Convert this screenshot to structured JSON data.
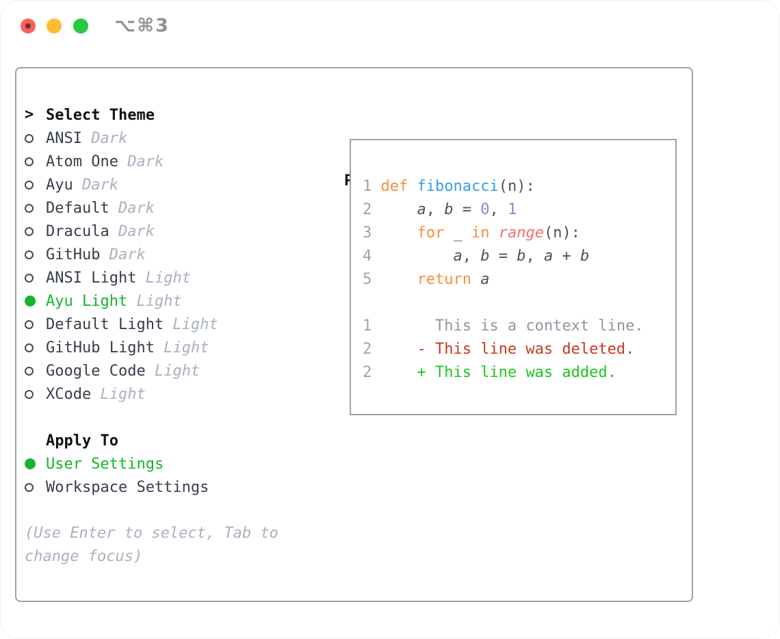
{
  "window": {
    "shortcut_label": "⌥⌘3",
    "traffic_lights": [
      {
        "name": "close",
        "color": "#ff5f57"
      },
      {
        "name": "minimize",
        "color": "#febc2e"
      },
      {
        "name": "zoom",
        "color": "#28c840"
      }
    ]
  },
  "theme_picker": {
    "header_prefix": ">",
    "header": "Select Theme",
    "themes": [
      {
        "name": "ANSI",
        "suffix": "Dark",
        "selected": false
      },
      {
        "name": "Atom One",
        "suffix": "Dark",
        "selected": false
      },
      {
        "name": "Ayu",
        "suffix": "Dark",
        "selected": false
      },
      {
        "name": "Default",
        "suffix": "Dark",
        "selected": false
      },
      {
        "name": "Dracula",
        "suffix": "Dark",
        "selected": false
      },
      {
        "name": "GitHub",
        "suffix": "Dark",
        "selected": false
      },
      {
        "name": "ANSI Light",
        "suffix": "Light",
        "selected": false
      },
      {
        "name": "Ayu Light",
        "suffix": "Light",
        "selected": true
      },
      {
        "name": "Default Light",
        "suffix": "Light",
        "selected": false
      },
      {
        "name": "GitHub Light",
        "suffix": "Light",
        "selected": false
      },
      {
        "name": "Google Code",
        "suffix": "Light",
        "selected": false
      },
      {
        "name": "XCode",
        "suffix": "Light",
        "selected": false
      }
    ]
  },
  "apply_to": {
    "header": "Apply To",
    "options": [
      {
        "label": "User Settings",
        "selected": true
      },
      {
        "label": "Workspace Settings",
        "selected": false
      }
    ]
  },
  "help_text": "(Use Enter to select, Tab to change focus)",
  "preview": {
    "header": "Preview",
    "code_lines": [
      {
        "num": "1",
        "segs": [
          {
            "t": "def",
            "c": "kw"
          },
          {
            "t": " "
          },
          {
            "t": "fibonacci",
            "c": "fn"
          },
          {
            "t": "(n):"
          }
        ]
      },
      {
        "num": "2",
        "segs": [
          {
            "t": "    "
          },
          {
            "t": "a",
            "c": "var"
          },
          {
            "t": ", "
          },
          {
            "t": "b",
            "c": "var"
          },
          {
            "t": " = "
          },
          {
            "t": "0",
            "c": "num"
          },
          {
            "t": ", "
          },
          {
            "t": "1",
            "c": "num"
          }
        ]
      },
      {
        "num": "3",
        "segs": [
          {
            "t": "    "
          },
          {
            "t": "for",
            "c": "kw"
          },
          {
            "t": " _ "
          },
          {
            "t": "in",
            "c": "kw"
          },
          {
            "t": " "
          },
          {
            "t": "range",
            "c": "sp"
          },
          {
            "t": "(n):"
          }
        ]
      },
      {
        "num": "4",
        "segs": [
          {
            "t": "        "
          },
          {
            "t": "a",
            "c": "var"
          },
          {
            "t": ", "
          },
          {
            "t": "b",
            "c": "var"
          },
          {
            "t": " = "
          },
          {
            "t": "b",
            "c": "var"
          },
          {
            "t": ", "
          },
          {
            "t": "a",
            "c": "var"
          },
          {
            "t": " + "
          },
          {
            "t": "b",
            "c": "var"
          }
        ]
      },
      {
        "num": "5",
        "segs": [
          {
            "t": "    "
          },
          {
            "t": "return",
            "c": "kw"
          },
          {
            "t": " "
          },
          {
            "t": "a",
            "c": "var"
          }
        ]
      }
    ],
    "diff_lines": [
      {
        "num": "1",
        "segs": [
          {
            "t": "      This is a context line.",
            "c": "ctx"
          }
        ]
      },
      {
        "num": "2",
        "segs": [
          {
            "t": "    - This line was deleted.",
            "c": "del"
          }
        ]
      },
      {
        "num": "2",
        "segs": [
          {
            "t": "    + This line was added.",
            "c": "add"
          }
        ]
      }
    ]
  },
  "colors": {
    "panel_border": "#9aa2ad",
    "selected_green": "#16b32d",
    "keyword_orange": "#fa8d3e",
    "function_blue": "#399ee6",
    "number_purple": "#a37acc",
    "special_coral": "#f07171",
    "deleted_red": "#c43a20",
    "added_green": "#1ec41e",
    "muted_gray": "#a9b1bf"
  }
}
